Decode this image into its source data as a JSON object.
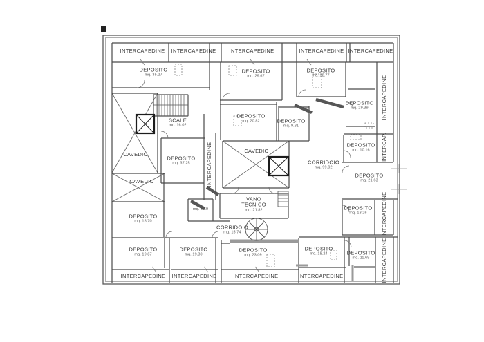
{
  "drawing": {
    "type": "architectural floor plan",
    "unit_label": "mq.",
    "colors": {
      "wall": "#4a4a4a",
      "thick_wall": "#9a9a9a",
      "background": "#ffffff"
    }
  },
  "rooms": [
    {
      "label": "INTERCAPEDINE",
      "area": ""
    },
    {
      "label": "INTERCAPEDINE",
      "area": ""
    },
    {
      "label": "INTERCAPEDINE",
      "area": ""
    },
    {
      "label": "INTERCAPEDINE",
      "area": ""
    },
    {
      "label": "INTERCAPEDINE",
      "area": ""
    },
    {
      "label": "DEPOSITO",
      "area": "mq. 35.27"
    },
    {
      "label": "DEPOSITO",
      "area": "mq. 29.67"
    },
    {
      "label": "DEPOSITO",
      "area": "mq. 18.77"
    },
    {
      "label": "INTERCAPEDINE",
      "area": ""
    },
    {
      "label": "DEPOSITO",
      "area": "mq. 29.39"
    },
    {
      "label": "SCALE",
      "area": "mq. 16.02"
    },
    {
      "label": "DEPOSITO",
      "area": "mq. 20.82"
    },
    {
      "label": "DEPOSITO",
      "area": "mq. 9.81"
    },
    {
      "label": "CAVEDIO",
      "area": ""
    },
    {
      "label": "DEPOSITO",
      "area": "mq. 37.25"
    },
    {
      "label": "INTERCAPEDINE",
      "area": ""
    },
    {
      "label": "CAVEDIO",
      "area": ""
    },
    {
      "label": "CORRIDOIO",
      "area": "mq. 99.92"
    },
    {
      "label": "DEPOSITO",
      "area": "mq. 10.16"
    },
    {
      "label": "INTERCAP.",
      "area": ""
    },
    {
      "label": "DEPOSITO",
      "area": "mq. 21.63"
    },
    {
      "label": "CAVEDIO",
      "area": ""
    },
    {
      "label": "DEPOSITO",
      "area": "mq. 18.70"
    },
    {
      "label": "",
      "area": "mq. 3.59"
    },
    {
      "label": "VANO TECNICO",
      "area": "mq. 21.82"
    },
    {
      "label": "CORRIDOIO",
      "area": "mq. 15.74"
    },
    {
      "label": "DEPOSITO",
      "area": "mq. 13.26"
    },
    {
      "label": "INTERCAPEDINE",
      "area": ""
    },
    {
      "label": "DEPOSITO",
      "area": "mq. 19.87"
    },
    {
      "label": "DEPOSITO",
      "area": "mq. 19.30"
    },
    {
      "label": "DEPOSITO",
      "area": "mq. 23.09"
    },
    {
      "label": "DEPOSITO",
      "area": "mq. 18.24"
    },
    {
      "label": "DEPOSITO",
      "area": "mq. 11.69"
    },
    {
      "label": "INTERCAPEDINE",
      "area": ""
    },
    {
      "label": "INTERCAPEDINE",
      "area": ""
    },
    {
      "label": "INTERCAPEDINE",
      "area": ""
    },
    {
      "label": "INTERCAPEDINE",
      "area": ""
    },
    {
      "label": "INTERCAPEDINE",
      "area": ""
    }
  ]
}
